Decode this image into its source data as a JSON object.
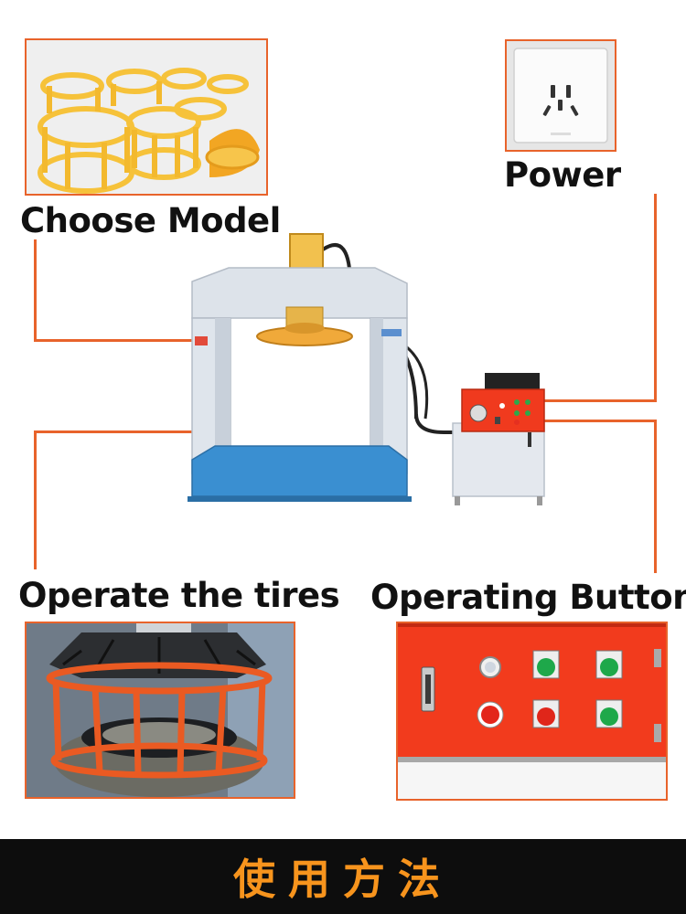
{
  "labels": {
    "choose_model": "Choose Model",
    "power": "Power",
    "operate_tires": "Operate the tires",
    "operating_button": "Operating Button"
  },
  "footer": {
    "title": "使用方法"
  },
  "colors": {
    "accent_orange": "#e8632b",
    "footer_bg": "#0d0d0d",
    "footer_text": "#f7941d",
    "machine_blue": "#3a8fd1",
    "control_red": "#f03a1e"
  },
  "icons": [
    "power-socket-icon"
  ]
}
